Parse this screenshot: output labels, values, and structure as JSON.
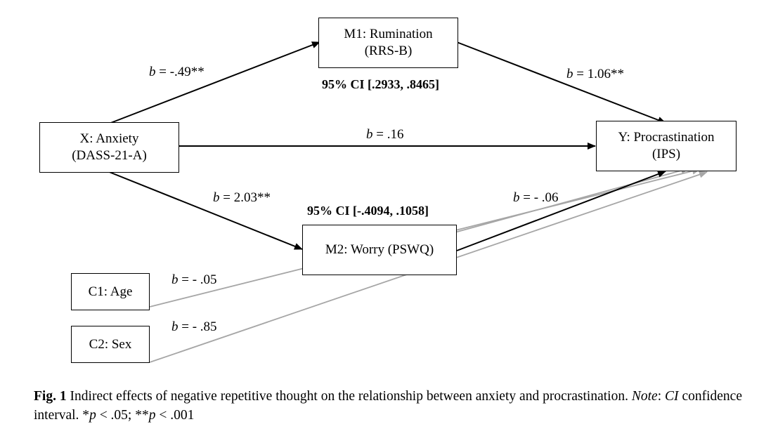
{
  "nodes": {
    "x": {
      "line1": "X: Anxiety",
      "line2": "(DASS-21-A)"
    },
    "m1": {
      "line1": "M1: Rumination",
      "line2": "(RRS-B)"
    },
    "m2": {
      "line1": "M2: Worry (PSWQ)"
    },
    "y": {
      "line1": "Y: Procrastination",
      "line2": "(IPS)"
    },
    "c1": {
      "line1": "C1: Age"
    },
    "c2": {
      "line1": "C2: Sex"
    }
  },
  "paths": {
    "x_m1": {
      "b": "b",
      "value": " = -.49**"
    },
    "m1_y": {
      "b": "b",
      "value": " = 1.06**"
    },
    "x_y": {
      "b": "b",
      "value": " = .16"
    },
    "x_m2": {
      "b": "b",
      "value": " = 2.03**"
    },
    "m2_y": {
      "b": "b",
      "value": " = - .06"
    },
    "c1": {
      "b": "b",
      "value": " = - .05"
    },
    "c2": {
      "b": "b",
      "value": " = - .85"
    }
  },
  "ci": {
    "m1": "95% CI [.2933, .8465]",
    "m2": "95% CI [-.4094, .1058]"
  },
  "caption": {
    "fig": "Fig. 1",
    "text1": " Indirect effects of negative repetitive thought on the relationship between anxiety and procrastination. ",
    "note": "Note",
    "text2": ": ",
    "ci_abbr": "CI",
    "text3": " confidence interval. *",
    "p1": "p",
    "text4": " < .05; **",
    "p2": "p",
    "text5": " < .001"
  },
  "colors": {
    "black_path": "#000000",
    "gray_path": "#a6a6a6"
  }
}
